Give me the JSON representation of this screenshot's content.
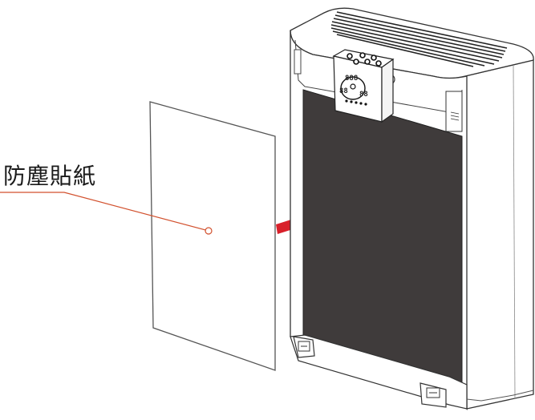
{
  "callout": {
    "label": "防塵貼紙",
    "line_color": "#d2512e"
  },
  "arrow": {
    "color": "#d8202a"
  },
  "device": {
    "filter_color": "#3f3b3b",
    "control_panel": {
      "display_top": "888",
      "display_left": "88",
      "display_right": "88"
    }
  }
}
